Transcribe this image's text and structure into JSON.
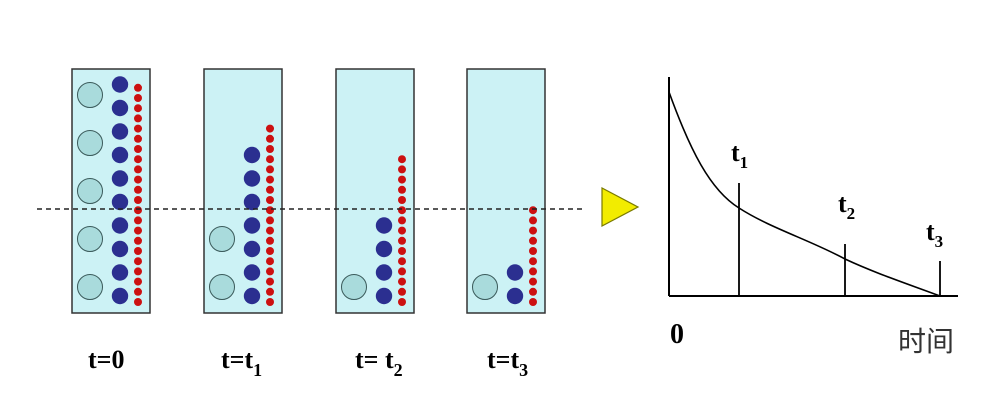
{
  "panels": [
    {
      "label_main": "t=0",
      "label_sub": "",
      "large": 5,
      "medium": 10,
      "small": 22
    },
    {
      "label_main": "t=t",
      "label_sub": "1",
      "large": 2,
      "medium": 7,
      "small": 18
    },
    {
      "label_main": "t= t",
      "label_sub": "2",
      "large": 1,
      "medium": 4,
      "small": 15
    },
    {
      "label_main": "t=t",
      "label_sub": "3",
      "large": 1,
      "medium": 2,
      "small": 10
    }
  ],
  "graph": {
    "origin_label": "0",
    "x_label": "时间",
    "time_marks": [
      {
        "main": "t",
        "sub": "1"
      },
      {
        "main": "t",
        "sub": "2"
      },
      {
        "main": "t",
        "sub": "3"
      }
    ]
  },
  "colors": {
    "panel_fill": "#ccf2f5",
    "panel_border": "#333333",
    "large_particle": "#a9dbdc",
    "large_stroke": "#3a5a5a",
    "medium_particle": "#2b2f90",
    "small_particle": "#cc1111",
    "arrow": "#f2ec00",
    "arrow_stroke": "#7a7a00"
  }
}
